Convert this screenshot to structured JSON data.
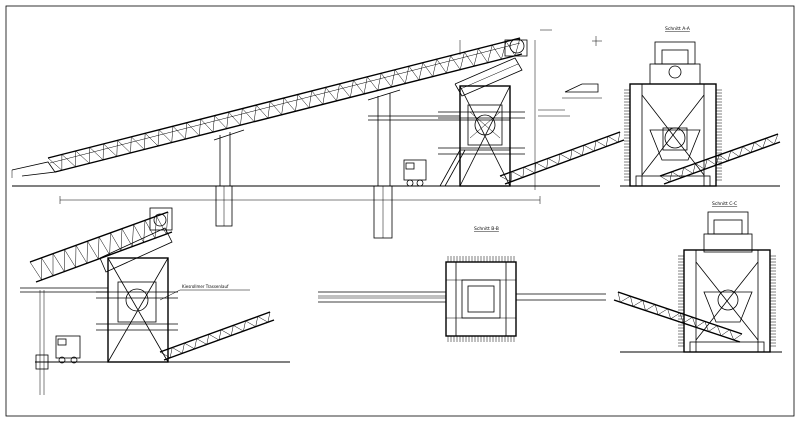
{
  "labels": {
    "section_aa": "Schnitt A-A",
    "section_bb": "Schnitt B-B",
    "section_cc": "Schnitt C-C",
    "annotation_main": "Kiesrollmer Trassenlauf"
  }
}
